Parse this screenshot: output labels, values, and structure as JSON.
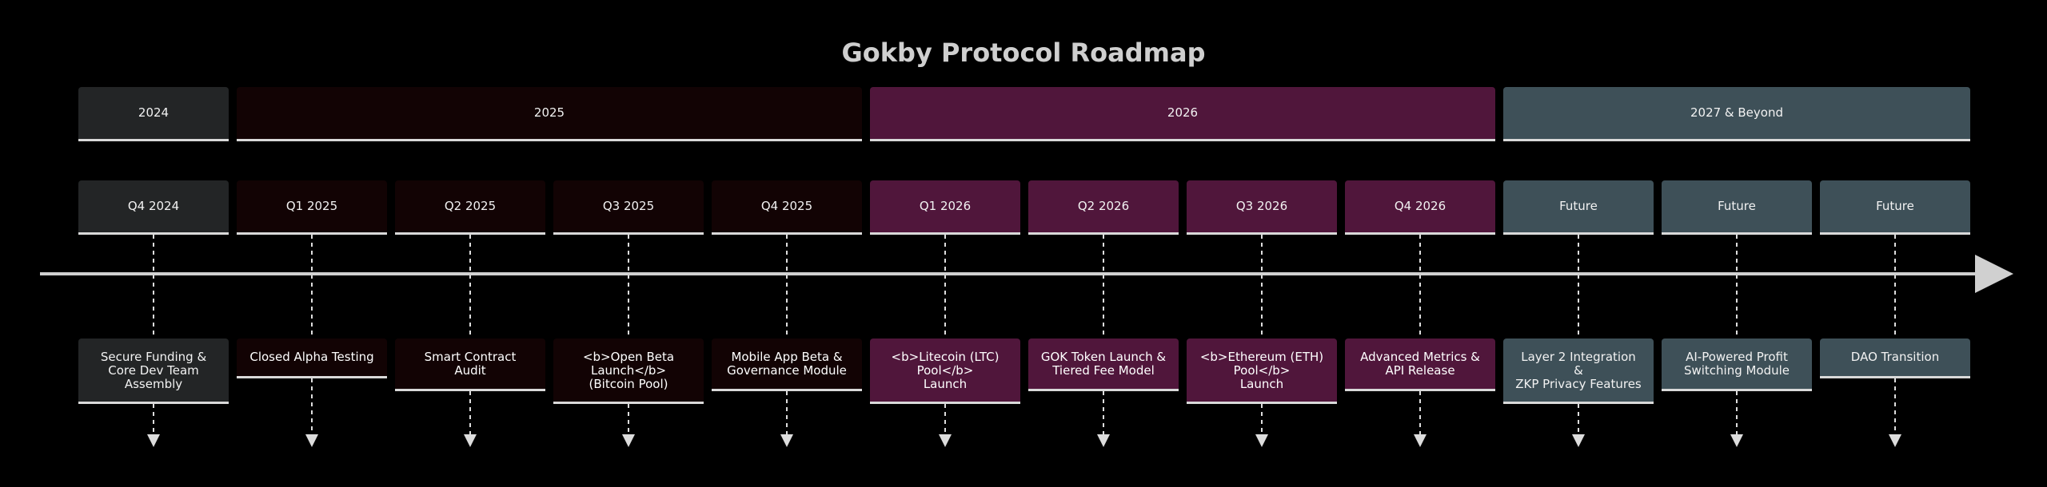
{
  "title": "Gokby Protocol Roadmap",
  "colors": {
    "y2024": "#232526",
    "y2025": "#120304",
    "y2026": "#50163b",
    "future": "#3e5058",
    "axis": "#d0d0d0",
    "connector": "#dddddd"
  },
  "sections": [
    {
      "label": "2024",
      "color_key": "y2024"
    },
    {
      "label": "2025",
      "color_key": "y2025"
    },
    {
      "label": "2026",
      "color_key": "y2026"
    },
    {
      "label": "2027 & Beyond",
      "color_key": "future"
    }
  ],
  "periods": [
    {
      "label": "Q4 2024",
      "event": "Secure Funding &\nCore Dev Team\nAssembly"
    },
    {
      "label": "Q1 2025",
      "event": "Closed Alpha Testing"
    },
    {
      "label": "Q2 2025",
      "event": "Smart Contract\nAudit"
    },
    {
      "label": "Q3 2025",
      "event": "<b>Open Beta\nLaunch</b>\n(Bitcoin Pool)"
    },
    {
      "label": "Q4 2025",
      "event": "Mobile App Beta &\nGovernance Module"
    },
    {
      "label": "Q1 2026",
      "event": "<b>Litecoin (LTC)\nPool</b>\nLaunch"
    },
    {
      "label": "Q2 2026",
      "event": "GOK Token Launch &\nTiered Fee Model"
    },
    {
      "label": "Q3 2026",
      "event": "<b>Ethereum (ETH)\nPool</b>\nLaunch"
    },
    {
      "label": "Q4 2026",
      "event": "Advanced Metrics &\nAPI Release"
    },
    {
      "label": "Future",
      "event": "Layer 2 Integration\n&\nZKP Privacy Features"
    },
    {
      "label": "Future",
      "event": "AI-Powered Profit\nSwitching Module"
    },
    {
      "label": "Future",
      "event": "DAO Transition"
    }
  ]
}
